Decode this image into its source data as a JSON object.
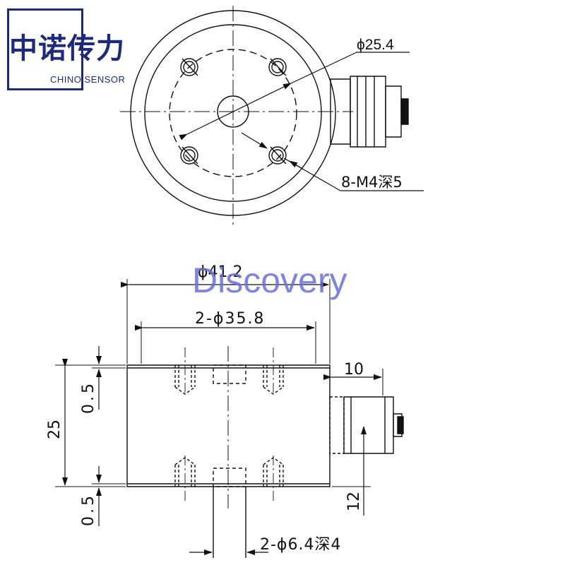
{
  "logo": {
    "brand_cn": "中诺传力",
    "brand_en": "CHINO SENSOR"
  },
  "watermark": {
    "text": "Discovery"
  },
  "top_view": {
    "dim_bolt_circle": "ϕ25.4",
    "dim_threads": "8-M4深5"
  },
  "side_view": {
    "dim_outer_diameter": "ϕ41.2",
    "dim_pitch": "2-ϕ35.8",
    "dim_height": "25",
    "dim_top_step": "0.5",
    "dim_bottom_step": "0.5",
    "dim_connector_length": "10",
    "dim_connector_height": "12",
    "dim_center_hole": "2-ϕ6.4深4"
  }
}
